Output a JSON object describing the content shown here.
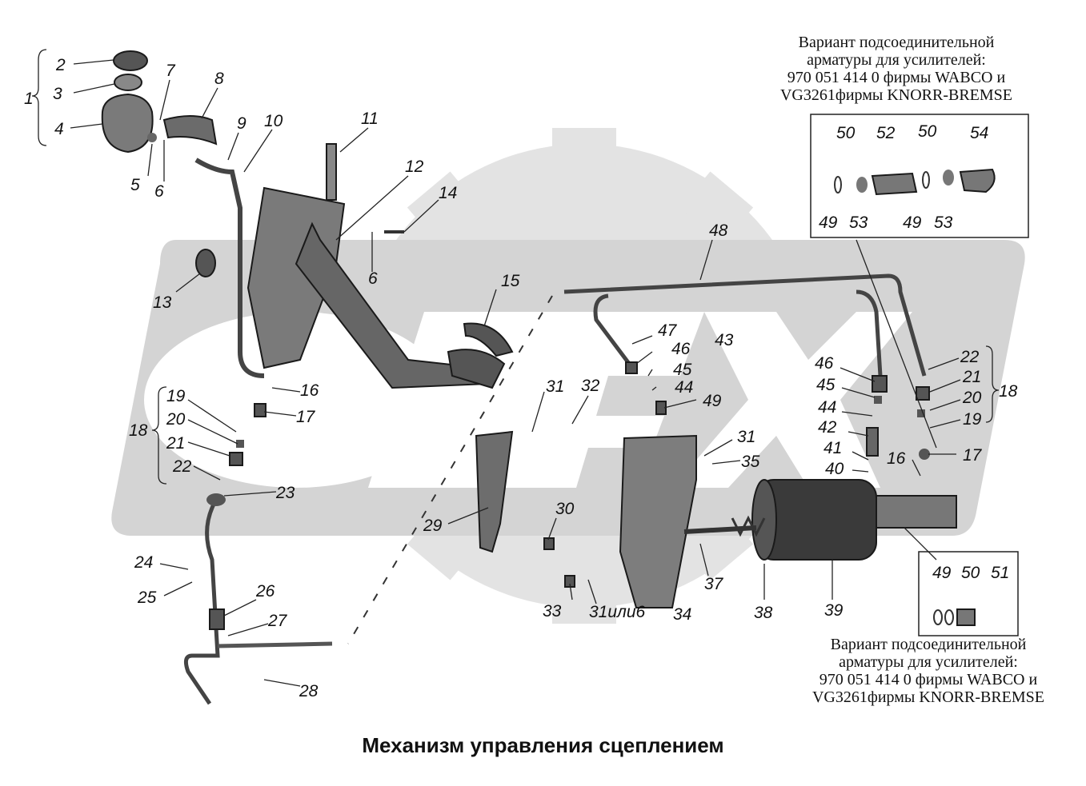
{
  "title": "Механизм управления сцеплением",
  "caption_top": {
    "line1": "Вариант подсоединительной",
    "line2": "арматуры для усилителей:",
    "line3": "970 051 414 0  фирмы WABCO и",
    "line4": "VG3261фирмы KNORR-BREMSE"
  },
  "caption_bottom": {
    "line1": "Вариант подсоединительной",
    "line2": "арматуры для усилителей:",
    "line3": "970 051 414 0  фирмы WABCO и",
    "line4": "VG3261фирмы KNORR-BREMSE"
  },
  "watermark": "OPEX",
  "labels": {
    "n1": "1",
    "n2": "2",
    "n3": "3",
    "n4": "4",
    "n5": "5",
    "n6a": "6",
    "n6b": "6",
    "n7": "7",
    "n8": "8",
    "n9": "9",
    "n10": "10",
    "n11": "11",
    "n12": "12",
    "n13": "13",
    "n14": "14",
    "n15": "15",
    "n16a": "16",
    "n16b": "16",
    "n17a": "17",
    "n17b": "17",
    "n18a": "18",
    "n18b": "18",
    "n19a": "19",
    "n19b": "19",
    "n20a": "20",
    "n20b": "20",
    "n21a": "21",
    "n21b": "21",
    "n22a": "22",
    "n22b": "22",
    "n23": "23",
    "n24": "24",
    "n25": "25",
    "n26": "26",
    "n27": "27",
    "n28": "28",
    "n29": "29",
    "n30": "30",
    "n31a": "31",
    "n31b": "31",
    "n31or6": "31или6",
    "n32": "32",
    "n33": "33",
    "n34": "34",
    "n35": "35",
    "n37": "37",
    "n38": "38",
    "n39": "39",
    "n40": "40",
    "n41": "41",
    "n42": "42",
    "n43": "43",
    "n44a": "44",
    "n44b": "44",
    "n45a": "45",
    "n45b": "45",
    "n46a": "46",
    "n46b": "46",
    "n47": "47",
    "n48": "48",
    "n49a": "49",
    "n49b": "49",
    "n49c": "49",
    "n49d": "49",
    "n50a": "50",
    "n50b": "50",
    "n50c": "50",
    "n51": "51",
    "n52": "52",
    "n53a": "53",
    "n53b": "53",
    "n54": "54"
  },
  "colors": {
    "ink": "#1a1a1a",
    "part_fill": "#6f6f6f",
    "watermark": "#d6d6d6"
  }
}
